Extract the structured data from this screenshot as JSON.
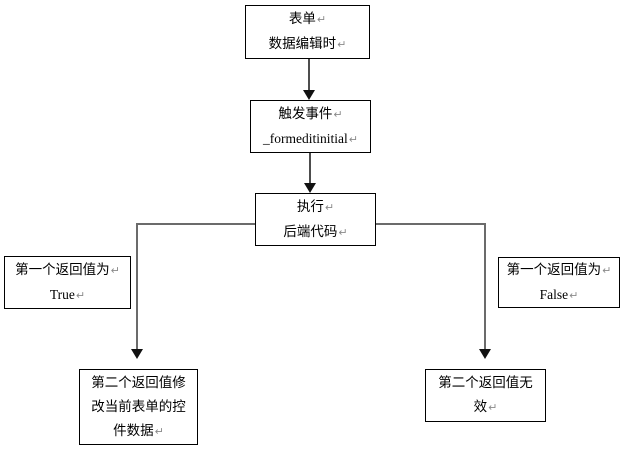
{
  "diagram": {
    "type": "flowchart",
    "nodes": {
      "form_edit": {
        "lines": [
          {
            "text": "表单"
          },
          {
            "text": "数据编辑时"
          }
        ]
      },
      "trigger_event": {
        "lines": [
          {
            "text": "触发事件"
          },
          {
            "text": "_formeditinitial"
          }
        ]
      },
      "execute_backend": {
        "lines": [
          {
            "text": "执行"
          },
          {
            "text": "后端代码"
          }
        ]
      },
      "first_return_true": {
        "lines": [
          {
            "text": "第一个返回值为"
          },
          {
            "text": "True"
          }
        ]
      },
      "first_return_false": {
        "lines": [
          {
            "text": "第一个返回值为"
          },
          {
            "text": "False"
          }
        ]
      },
      "second_return_modify": {
        "lines": [
          {
            "text": "第二个返回值修"
          },
          {
            "text": "改当前表单的控"
          },
          {
            "text": "件数据"
          }
        ]
      },
      "second_return_invalid": {
        "lines": [
          {
            "text": "第二个返回值无"
          },
          {
            "text": "效"
          }
        ]
      }
    },
    "edges": [
      {
        "from": "form_edit",
        "to": "trigger_event"
      },
      {
        "from": "trigger_event",
        "to": "execute_backend"
      },
      {
        "from": "execute_backend",
        "to": "second_return_modify",
        "condition": "第一个返回值为 True"
      },
      {
        "from": "execute_backend",
        "to": "second_return_invalid",
        "condition": "第一个返回值为 False"
      }
    ]
  },
  "glyphs": {
    "return_mark": "↵"
  },
  "colors": {
    "background": "#ffffff",
    "box_border": "#000000",
    "text": "#000000",
    "connector_line": "#6b6b6b",
    "arrowhead": "#111111",
    "return_mark": "#8a8a8a"
  }
}
